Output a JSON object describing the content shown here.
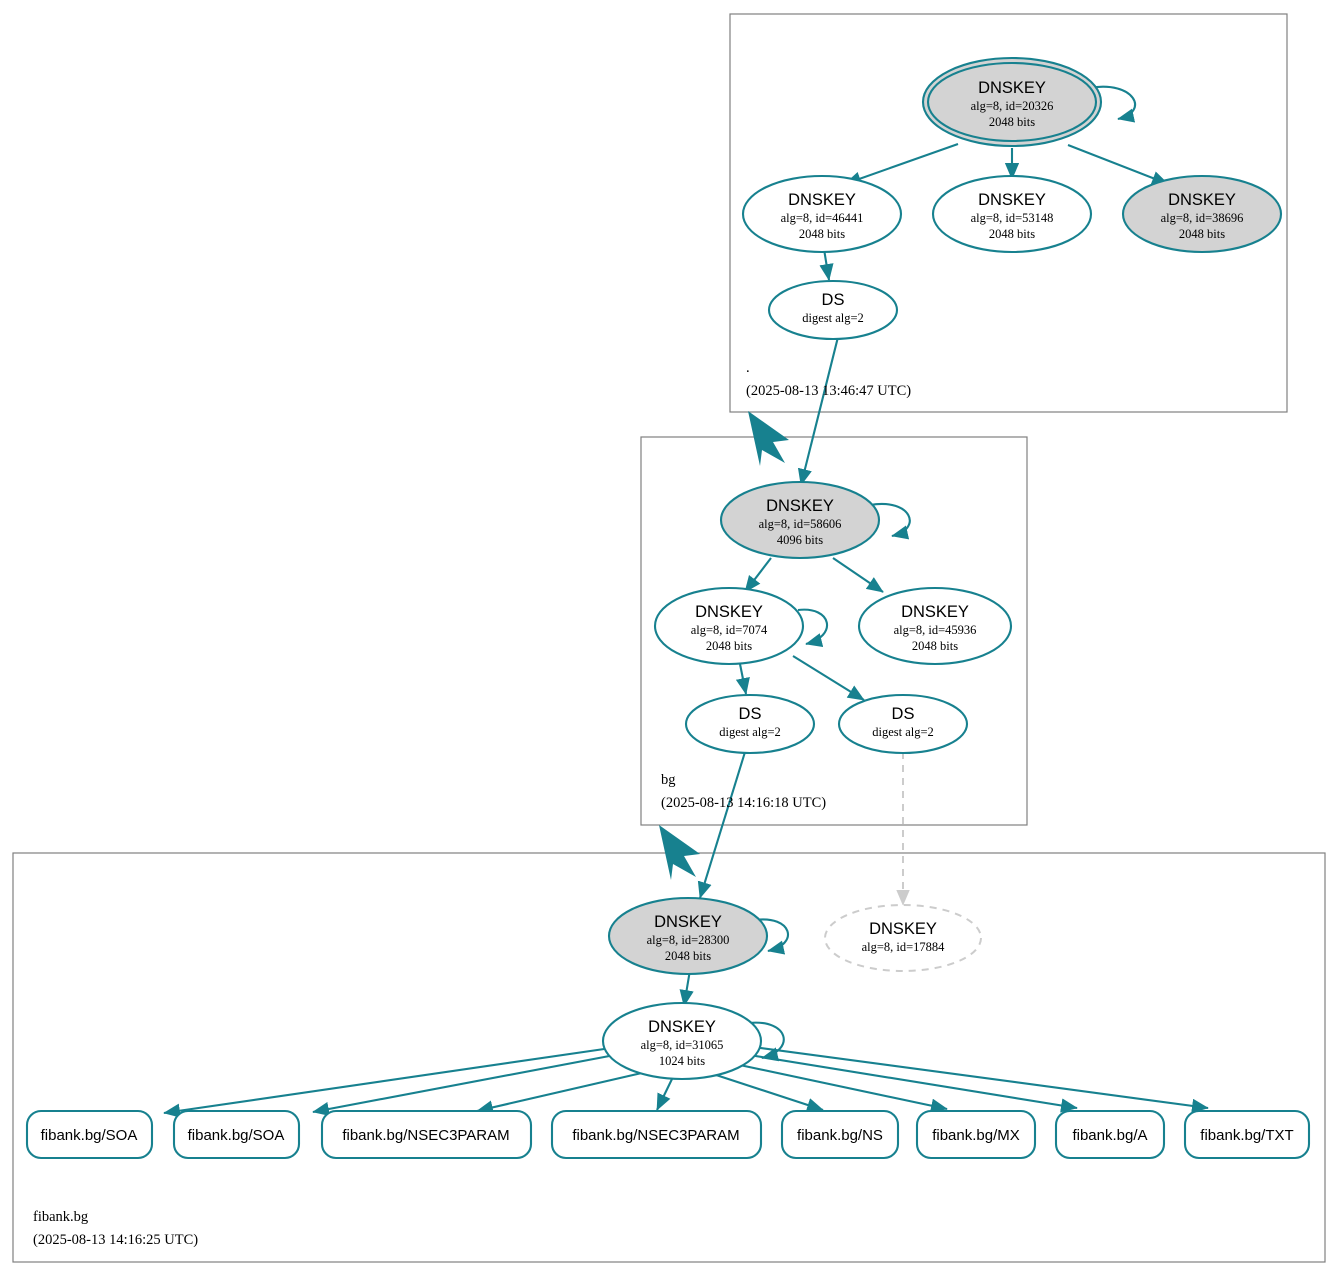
{
  "diagram": {
    "type": "dnssec-authentication-chain",
    "accent_color": "#17818f",
    "secure_fill": "#d3d3d3",
    "insecure_stroke": "#cccccc",
    "zone_border_color": "#808080"
  },
  "zones": [
    {
      "id": "root",
      "name": ".",
      "timestamp": "(2025-08-13 13:46:47 UTC)",
      "nodes": [
        {
          "id": "root-ksk",
          "kind": "DNSKEY",
          "title": "DNSKEY",
          "line2": "alg=8, id=20326",
          "line3": "2048 bits",
          "style": "trust-anchor-gray"
        },
        {
          "id": "root-zsk-46441",
          "kind": "DNSKEY",
          "title": "DNSKEY",
          "line2": "alg=8, id=46441",
          "line3": "2048 bits",
          "style": "white"
        },
        {
          "id": "root-zsk-53148",
          "kind": "DNSKEY",
          "title": "DNSKEY",
          "line2": "alg=8, id=53148",
          "line3": "2048 bits",
          "style": "white"
        },
        {
          "id": "root-zsk-38696",
          "kind": "DNSKEY",
          "title": "DNSKEY",
          "line2": "alg=8, id=38696",
          "line3": "2048 bits",
          "style": "gray"
        },
        {
          "id": "root-ds-bg",
          "kind": "DS",
          "title": "DS",
          "line2": "digest alg=2",
          "line3": "",
          "style": "white"
        }
      ]
    },
    {
      "id": "bg",
      "name": "bg",
      "timestamp": "(2025-08-13 14:16:18 UTC)",
      "nodes": [
        {
          "id": "bg-ksk-58606",
          "kind": "DNSKEY",
          "title": "DNSKEY",
          "line2": "alg=8, id=58606",
          "line3": "4096 bits",
          "style": "gray"
        },
        {
          "id": "bg-zsk-7074",
          "kind": "DNSKEY",
          "title": "DNSKEY",
          "line2": "alg=8, id=7074",
          "line3": "2048 bits",
          "style": "white"
        },
        {
          "id": "bg-zsk-45936",
          "kind": "DNSKEY",
          "title": "DNSKEY",
          "line2": "alg=8, id=45936",
          "line3": "2048 bits",
          "style": "white"
        },
        {
          "id": "bg-ds-1",
          "kind": "DS",
          "title": "DS",
          "line2": "digest alg=2",
          "line3": "",
          "style": "white"
        },
        {
          "id": "bg-ds-2",
          "kind": "DS",
          "title": "DS",
          "line2": "digest alg=2",
          "line3": "",
          "style": "white"
        }
      ]
    },
    {
      "id": "fibank",
      "name": "fibank.bg",
      "timestamp": "(2025-08-13 14:16:25 UTC)",
      "nodes": [
        {
          "id": "fb-ksk-28300",
          "kind": "DNSKEY",
          "title": "DNSKEY",
          "line2": "alg=8, id=28300",
          "line3": "2048 bits",
          "style": "gray"
        },
        {
          "id": "fb-zsk-31065",
          "kind": "DNSKEY",
          "title": "DNSKEY",
          "line2": "alg=8, id=31065",
          "line3": "1024 bits",
          "style": "white"
        },
        {
          "id": "fb-ghost-17884",
          "kind": "DNSKEY",
          "title": "DNSKEY",
          "line2": "alg=8, id=17884",
          "line3": "",
          "style": "ghost-dashed"
        }
      ],
      "rrsets": [
        {
          "id": "rr-soa-1",
          "label": "fibank.bg/SOA"
        },
        {
          "id": "rr-soa-2",
          "label": "fibank.bg/SOA"
        },
        {
          "id": "rr-nsec3param-1",
          "label": "fibank.bg/NSEC3PARAM"
        },
        {
          "id": "rr-nsec3param-2",
          "label": "fibank.bg/NSEC3PARAM"
        },
        {
          "id": "rr-ns",
          "label": "fibank.bg/NS"
        },
        {
          "id": "rr-mx",
          "label": "fibank.bg/MX"
        },
        {
          "id": "rr-a",
          "label": "fibank.bg/A"
        },
        {
          "id": "rr-txt",
          "label": "fibank.bg/TXT"
        }
      ]
    }
  ]
}
